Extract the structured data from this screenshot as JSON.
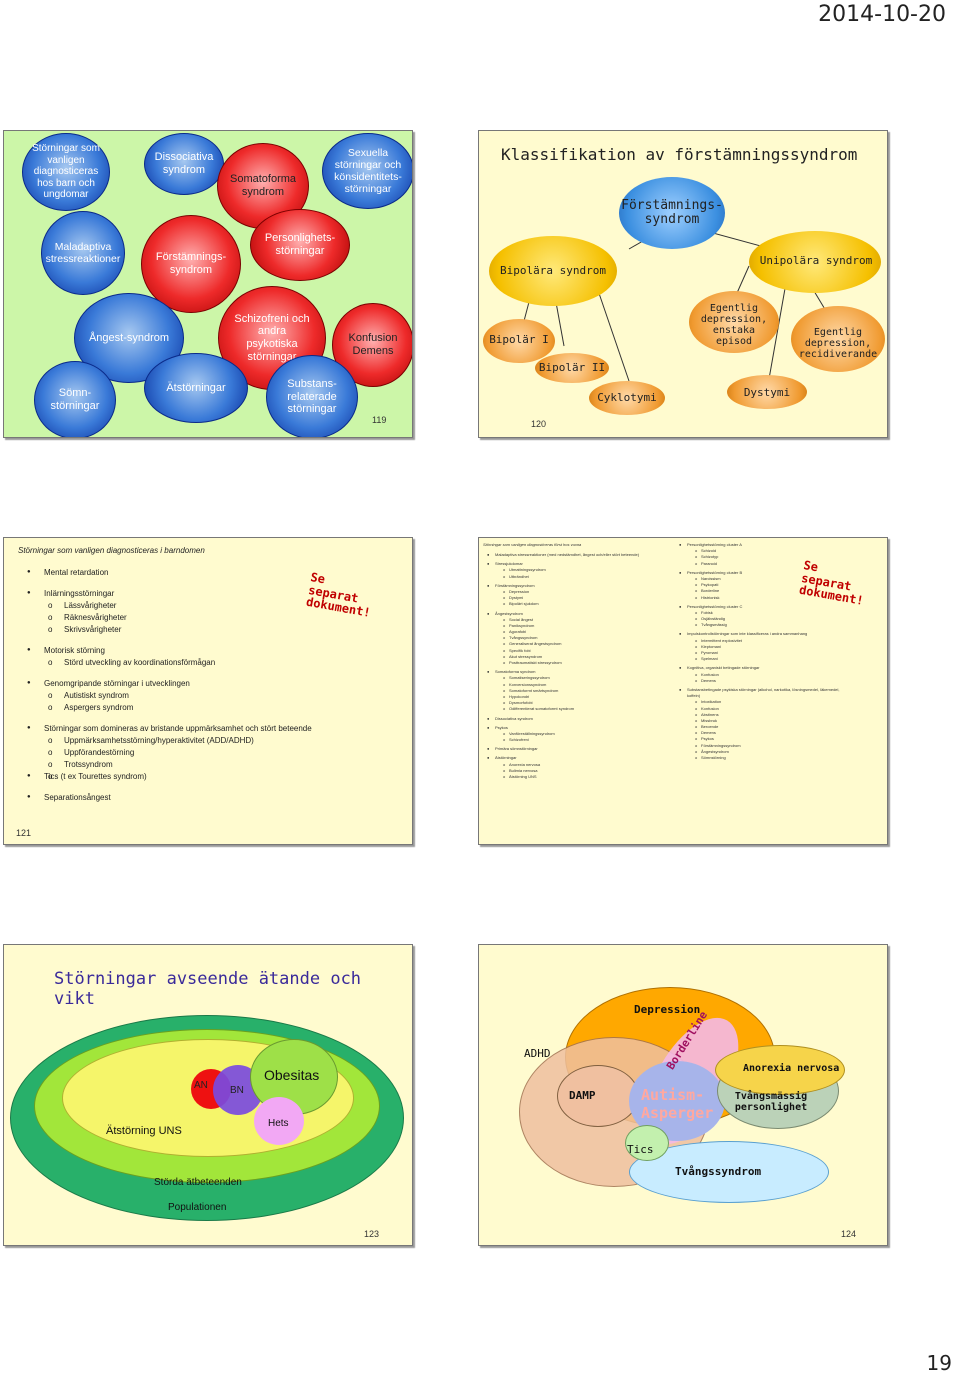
{
  "date": "2014-10-20",
  "page_number": "19",
  "slide119": {
    "number": "119",
    "bubbles": [
      "Störningar som vanligen diagnosticeras hos barn och ungdomar",
      "Dissociativa syndrom",
      "Somatoforma syndrom",
      "Sexuella störningar och könsidentitets-störningar",
      "Maladaptiva stressreaktioner",
      "Förstämnings-syndrom",
      "Personlighets-störningar",
      "Ångest-syndrom",
      "Schizofreni och andra psykotiska störningar",
      "Konfusion Demens",
      "Sömn-störningar",
      "Ätstörningar",
      "Substans-relaterade störningar"
    ]
  },
  "slide120": {
    "number": "120",
    "title": "Klassifikation av förstämningssyndrom",
    "root": "Förstämnings-syndrom",
    "bipolara": "Bipolära syndrom",
    "unipolara": "Unipolära syndrom",
    "bipolar1": "Bipolär I",
    "bipolar2": "Bipolär II",
    "cyklotymi": "Cyklotymi",
    "enstaka": "Egentlig depression, enstaka episod",
    "recidiv": "Egentlig depression, recidiverande",
    "dystymi": "Dystymi"
  },
  "slide121": {
    "number": "121",
    "title": "Störningar som vanligen diagnosticeras i barndomen",
    "note": "Se separat dokument!",
    "items": [
      {
        "type": "top",
        "text": "Mental retardation"
      },
      {
        "type": "gap",
        "text": ""
      },
      {
        "type": "top",
        "text": "Inlärningsstörningar"
      },
      {
        "type": "sub",
        "text": "Lässvårigheter"
      },
      {
        "type": "sub",
        "text": "Räknesvårigheter"
      },
      {
        "type": "sub",
        "text": "Skrivsvårigheter"
      },
      {
        "type": "gap",
        "text": ""
      },
      {
        "type": "top",
        "text": "Motorisk störning"
      },
      {
        "type": "sub",
        "text": "Störd utveckling av koordinationsförmågan"
      },
      {
        "type": "gap",
        "text": ""
      },
      {
        "type": "top",
        "text": "Genomgripande störningar i utvecklingen"
      },
      {
        "type": "sub",
        "text": "Autistiskt syndrom"
      },
      {
        "type": "sub",
        "text": "Aspergers syndrom"
      },
      {
        "type": "gap",
        "text": ""
      },
      {
        "type": "top",
        "text": "Störningar som domineras av bristande uppmärksamhet och stört beteende"
      },
      {
        "type": "sub",
        "text": "Uppmärksamhetsstörning/hyperaktivitet (ADD/ADHD)"
      },
      {
        "type": "sub",
        "text": "Uppförandestörning"
      },
      {
        "type": "sub",
        "text": "Trotssyndrom"
      },
      {
        "type": "sub",
        "text": ""
      },
      {
        "type": "top",
        "text": "Tics (t ex Tourettes syndrom)"
      },
      {
        "type": "gap",
        "text": ""
      },
      {
        "type": "top",
        "text": "Separationsångest"
      }
    ]
  },
  "slide122": {
    "title": "Störningar som vanligen diagnosticeras först hos vuxna",
    "note": "Se separat dokument!",
    "col1": [
      {
        "t": "t",
        "x": "Maladaptiva stressreaktioner (med nedstämdhet, ångest och/eller stört beteende)"
      },
      {
        "t": "g",
        "x": ""
      },
      {
        "t": "t",
        "x": "Stressjukdomar"
      },
      {
        "t": "s",
        "x": "Utmattningssyndrom"
      },
      {
        "t": "s",
        "x": "Utbrändhet"
      },
      {
        "t": "g",
        "x": ""
      },
      {
        "t": "t",
        "x": "Förstämningssyndrom"
      },
      {
        "t": "s",
        "x": "Depression"
      },
      {
        "t": "s",
        "x": "Dystymi"
      },
      {
        "t": "s",
        "x": "Bipolärt sjukdom"
      },
      {
        "t": "g",
        "x": ""
      },
      {
        "t": "t",
        "x": "Ångestsyndrom"
      },
      {
        "t": "s",
        "x": "Social ångest"
      },
      {
        "t": "s",
        "x": "Paniksyndrom"
      },
      {
        "t": "s",
        "x": "Agorafobi"
      },
      {
        "t": "s",
        "x": "Tvångssyndrom"
      },
      {
        "t": "s",
        "x": "Generaliserat ångestsyndrom"
      },
      {
        "t": "s",
        "x": "Specifik fobi"
      },
      {
        "t": "s",
        "x": "Akut stressyndrom"
      },
      {
        "t": "s",
        "x": "Posttraumatiskt stressyndrom"
      },
      {
        "t": "g",
        "x": ""
      },
      {
        "t": "t",
        "x": "Somatoforma syndrom"
      },
      {
        "t": "s",
        "x": "Somatiseringssyndrom"
      },
      {
        "t": "s",
        "x": "Konversionssyndrom"
      },
      {
        "t": "s",
        "x": "Somatoformt smärtsyndrom"
      },
      {
        "t": "s",
        "x": "Hypokondri"
      },
      {
        "t": "s",
        "x": "Dysmorfofobi"
      },
      {
        "t": "s",
        "x": "Odifferentierat somatoformt syndrom"
      },
      {
        "t": "g",
        "x": ""
      },
      {
        "t": "t",
        "x": "Dissociativa syndrom"
      },
      {
        "t": "g",
        "x": ""
      },
      {
        "t": "t",
        "x": "Psykos"
      },
      {
        "t": "s",
        "x": "Vanföreställningssyndrom"
      },
      {
        "t": "s",
        "x": "Schizofreni"
      },
      {
        "t": "g",
        "x": ""
      },
      {
        "t": "t",
        "x": "Primära sömnstörningar"
      },
      {
        "t": "g",
        "x": ""
      },
      {
        "t": "t",
        "x": "Ätstörningar"
      },
      {
        "t": "s",
        "x": "Anorexia nervosa"
      },
      {
        "t": "s",
        "x": "Bulimia nervosa"
      },
      {
        "t": "s",
        "x": "Ätstörning UNS"
      }
    ],
    "col2": [
      {
        "t": "t",
        "x": "Personlighetsstörning cluster A"
      },
      {
        "t": "s",
        "x": "Schizoid"
      },
      {
        "t": "s",
        "x": "Schizotyp"
      },
      {
        "t": "s",
        "x": "Paranoid"
      },
      {
        "t": "g",
        "x": ""
      },
      {
        "t": "t",
        "x": "Personlighetsstörning cluster B"
      },
      {
        "t": "s",
        "x": "Narcissism"
      },
      {
        "t": "s",
        "x": "Psykopati"
      },
      {
        "t": "s",
        "x": "Borderline"
      },
      {
        "t": "s",
        "x": "Histrionisk"
      },
      {
        "t": "g",
        "x": ""
      },
      {
        "t": "t",
        "x": "Personlighetsstörning cluster C"
      },
      {
        "t": "s",
        "x": "Fobisk"
      },
      {
        "t": "s",
        "x": "Osjälvständig"
      },
      {
        "t": "s",
        "x": "Tvångsmässig"
      },
      {
        "t": "g",
        "x": ""
      },
      {
        "t": "t",
        "x": "Impulskontrollstörningar som inte klassificeras i andra sammanhang"
      },
      {
        "t": "s",
        "x": "Intermittent explosivitet"
      },
      {
        "t": "s",
        "x": "Kleptomani"
      },
      {
        "t": "s",
        "x": "Pyromani"
      },
      {
        "t": "s",
        "x": "Spelmani"
      },
      {
        "t": "g",
        "x": ""
      },
      {
        "t": "t",
        "x": "Kognitiva, organiskt betingade störningar"
      },
      {
        "t": "s",
        "x": "Konfusion"
      },
      {
        "t": "s",
        "x": "Demens"
      },
      {
        "t": "g",
        "x": ""
      },
      {
        "t": "t",
        "x": "Substansbetingade psykiska störningar (alkohol, narkotika, lösningsmedel, läkemedel,"
      },
      {
        "t": "c",
        "x": "koffein)"
      },
      {
        "t": "s",
        "x": "Intoxikation"
      },
      {
        "t": "s",
        "x": "Konfusion"
      },
      {
        "t": "s",
        "x": "Abstinens"
      },
      {
        "t": "s",
        "x": "Missbruk"
      },
      {
        "t": "s",
        "x": "Beroende"
      },
      {
        "t": "s",
        "x": "Demens"
      },
      {
        "t": "s",
        "x": "Psykos"
      },
      {
        "t": "s",
        "x": "Förstämningssyndrom"
      },
      {
        "t": "s",
        "x": "Ångestsyndrom"
      },
      {
        "t": "s",
        "x": "Sömnstörning"
      }
    ]
  },
  "slide123": {
    "number": "123",
    "title": "Störningar avseende ätande och vikt",
    "an": "AN",
    "bn": "BN",
    "obesitas": "Obesitas",
    "hets": "Hets",
    "atstorning_uns": "Ätstörning UNS",
    "storda": "Störda ätbeteenden",
    "populationen": "Populationen"
  },
  "slide124": {
    "number": "124",
    "depression": "Depression",
    "adhd": "ADHD",
    "damp": "DAMP",
    "borderline": "Borderline",
    "autism": "Autism-Asperger",
    "anorexia": "Anorexia nervosa",
    "tvangsmassig": "Tvångsmässig personlighet",
    "tics": "Tics",
    "tvangssyndrom": "Tvångssyndrom"
  }
}
